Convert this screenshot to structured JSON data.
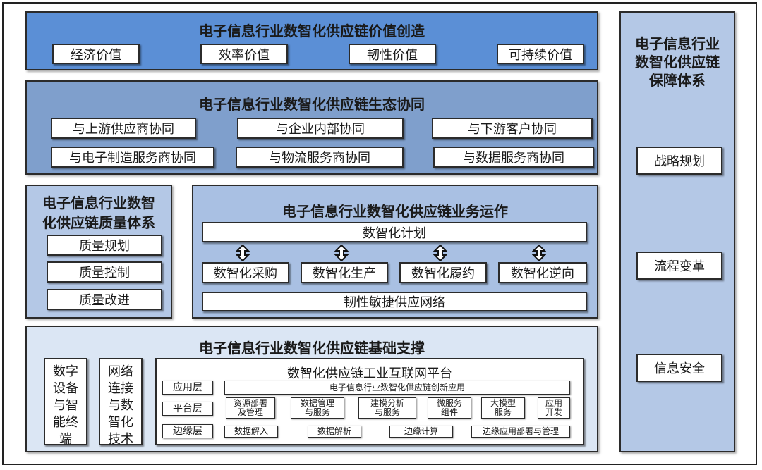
{
  "value_creation": {
    "title": "电子信息行业数智化供应链价值创造",
    "items": [
      "经济价值",
      "效率价值",
      "韧性价值",
      "可持续价值"
    ]
  },
  "ecology": {
    "title": "电子信息行业数智化供应链生态协同",
    "items": [
      "与上游供应商协同",
      "与企业内部协同",
      "与下游客户协同",
      "与电子制造服务商协同",
      "与物流服务商协同",
      "与数据服务商协同"
    ]
  },
  "quality": {
    "title_line1": "电子信息行业数智",
    "title_line2": "化供应链质量体系",
    "items": [
      "质量规划",
      "质量控制",
      "质量改进"
    ]
  },
  "operation": {
    "title": "电子信息行业数智化供应链业务运作",
    "plan": "数智化计划",
    "items": [
      "数智化采购",
      "数智化生产",
      "数智化履约",
      "数智化逆向"
    ],
    "network": "韧性敏捷供应网络"
  },
  "foundation": {
    "title": "电子信息行业数智化供应链基础支撑",
    "col1": [
      "数字",
      "设备",
      "与智",
      "能终",
      "端"
    ],
    "col2": [
      "网络",
      "连接",
      "与数",
      "智化",
      "技术"
    ],
    "platform_title": "数智化供应链工业互联网平台",
    "app_layer": "应用层",
    "app_content": "电子信息行业数智化供应链创新应用",
    "platform_layer": "平台层",
    "platform_items": [
      {
        "l1": "资源部署",
        "l2": "及管理"
      },
      {
        "l1": "数据管理",
        "l2": "与服务"
      },
      {
        "l1": "建模分析",
        "l2": "与服务"
      },
      {
        "l1": "微服务",
        "l2": "组件"
      },
      {
        "l1": "大模型",
        "l2": "服务"
      },
      {
        "l1": "应用",
        "l2": "开发"
      }
    ],
    "edge_layer": "边缘层",
    "edge_items": [
      "数据解入",
      "数据解析",
      "边缘计算",
      "边缘应用部署与管理"
    ]
  },
  "guarantee": {
    "title_line1": "电子信息行业",
    "title_line2": "数智化供应链",
    "title_line3": "保障体系",
    "items": [
      "战略规划",
      "流程变革",
      "信息安全"
    ]
  },
  "colors": {
    "value_bg": "#5b8fd6",
    "ecology_bg": "#7f9fcc",
    "quality_bg": "#b4c8e6",
    "operation_bg": "#a9c0e3",
    "foundation_bg": "#dbe6f4",
    "guarantee_bg": "#b4c8e6"
  }
}
